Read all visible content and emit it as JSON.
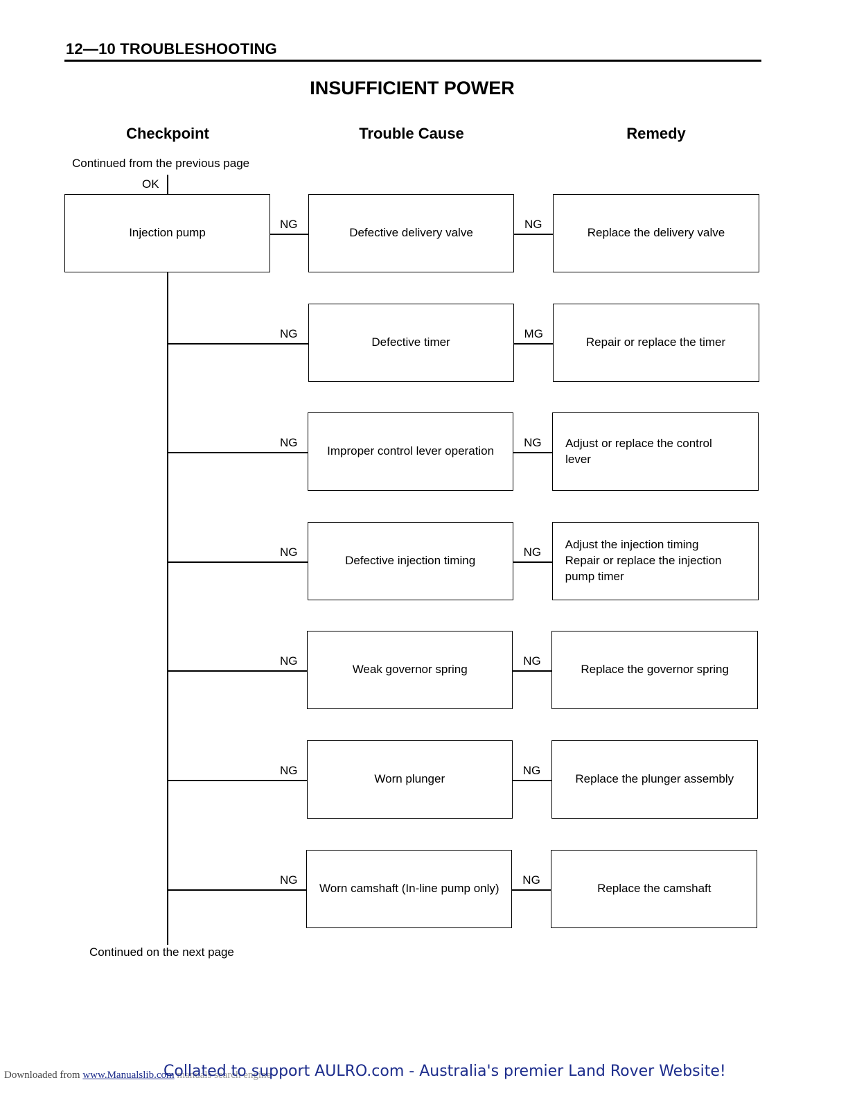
{
  "header": {
    "title": "12—10 TROUBLESHOOTING"
  },
  "title": "INSUFFICIENT POWER",
  "columns": {
    "checkpoint": "Checkpoint",
    "cause": "Trouble Cause",
    "remedy": "Remedy"
  },
  "continued_from": "Continued from the previous page",
  "ok_label": "OK",
  "checkpoint_box": "Injection pump",
  "rows": [
    {
      "ng1": "NG",
      "cause": "Defective delivery valve",
      "ng2": "NG",
      "remedy": "Replace the delivery valve",
      "remedy_align": "center"
    },
    {
      "ng1": "NG",
      "cause": "Defective timer",
      "ng2": "MG",
      "remedy": "Repair or replace the timer",
      "remedy_align": "center"
    },
    {
      "ng1": "NG",
      "cause": "Improper control lever operation",
      "ng2": "NG",
      "remedy": "Adjust or replace the control\nlever",
      "remedy_align": "left"
    },
    {
      "ng1": "NG",
      "cause": "Defective injection timing",
      "ng2": "NG",
      "remedy": "Adjust the injection timing\nRepair or replace the injection\npump timer",
      "remedy_align": "left"
    },
    {
      "ng1": "NG",
      "cause": "Weak governor spring",
      "ng2": "NG",
      "remedy": "Replace the governor spring",
      "remedy_align": "center"
    },
    {
      "ng1": "NG",
      "cause": "Worn plunger",
      "ng2": "NG",
      "remedy": "Replace the plunger assembly",
      "remedy_align": "center"
    },
    {
      "ng1": "NG",
      "cause": "Worn camshaft (In-line pump only)",
      "ng2": "NG",
      "remedy": "Replace the camshaft",
      "remedy_align": "center"
    }
  ],
  "continued_next": "Continued on the next page",
  "footer": {
    "collated": "Collated to support AULRO.com - Australia's premier Land Rover Website!",
    "downloaded_prefix": "Downloaded from ",
    "downloaded_link": "www.Manualslib.com",
    "downloaded_suffix": " manuals search engine"
  }
}
